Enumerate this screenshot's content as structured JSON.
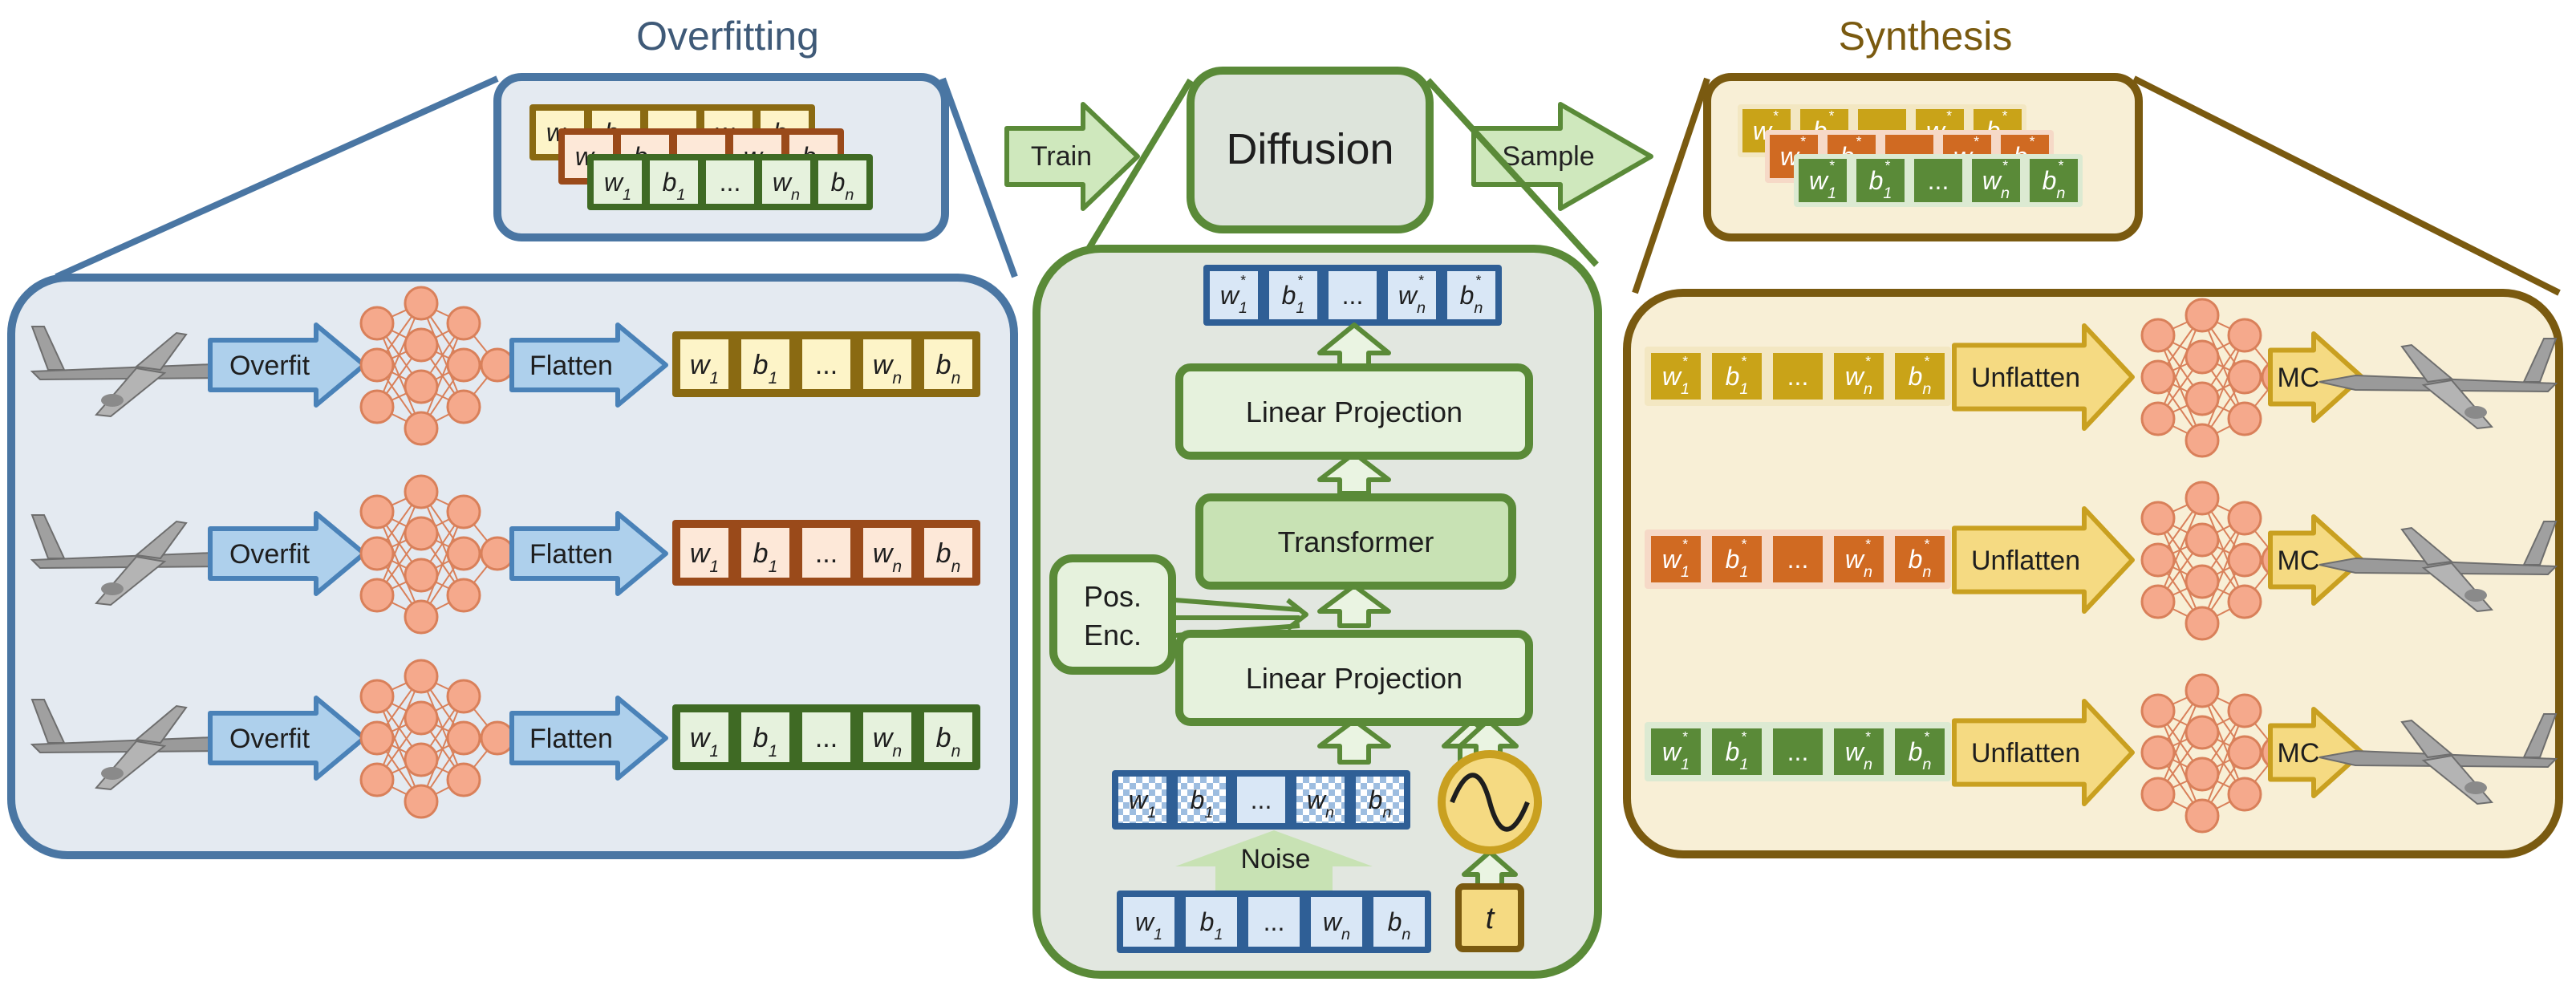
{
  "colors": {
    "blue": "#4a76a3",
    "blue_fill": "#e4eaf1",
    "blue_arrow": "#aed0ec",
    "blue_arrow_stroke": "#4a82b8",
    "green": "#5a8a38",
    "green_fill": "#e2e7e0",
    "green_light": "#e6f2dd",
    "green_dark": "#4a7830",
    "gold": "#7a5a10",
    "gold_fill": "#f8efd6",
    "gold_arrow": "#f5da82",
    "gold_arrow_stroke": "#c9a020",
    "neuron": "#f5a98c",
    "neuron_stroke": "#d9805a"
  },
  "sections": {
    "overfitting_title": "Overfitting",
    "synthesis_title": "Synthesis"
  },
  "diffusion": {
    "title": "Diffusion",
    "train_label": "Train",
    "sample_label": "Sample",
    "linear_projection_top": "Linear Projection",
    "transformer": "Transformer",
    "linear_projection_bottom": "Linear Projection",
    "pos_enc_line1": "Pos.",
    "pos_enc_line2": "Enc.",
    "noise_label": "Noise",
    "time_symbol": "t"
  },
  "overfitting": {
    "rows": [
      {
        "overfit_label": "Overfit",
        "flatten_label": "Flatten",
        "color": "gold"
      },
      {
        "overfit_label": "Overfit",
        "flatten_label": "Flatten",
        "color": "orange"
      },
      {
        "overfit_label": "Overfit",
        "flatten_label": "Flatten",
        "color": "green"
      }
    ]
  },
  "synthesis": {
    "rows": [
      {
        "unflatten_label": "Unflatten",
        "mc_label": "MC",
        "color": "gold"
      },
      {
        "unflatten_label": "Unflatten",
        "mc_label": "MC",
        "color": "orange"
      },
      {
        "unflatten_label": "Unflatten",
        "mc_label": "MC",
        "color": "green"
      }
    ]
  },
  "weights": {
    "w1": "w",
    "b1": "b",
    "dots": "...",
    "wn": "w",
    "bn": "b",
    "sub_first": "1",
    "sub_last": "n",
    "star": "*"
  }
}
